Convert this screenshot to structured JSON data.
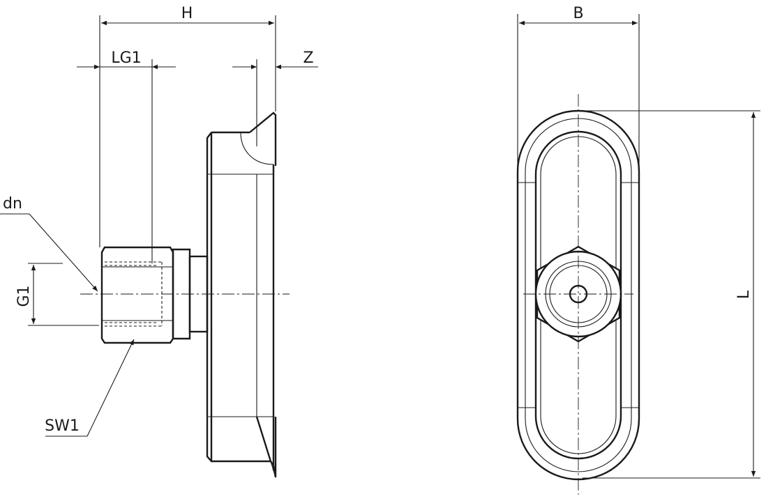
{
  "labels": {
    "H": "H",
    "LG1": "LG1",
    "Z": "Z",
    "B": "B",
    "L": "L",
    "dn": "dn",
    "G1": "G1",
    "SW1": "SW1"
  }
}
